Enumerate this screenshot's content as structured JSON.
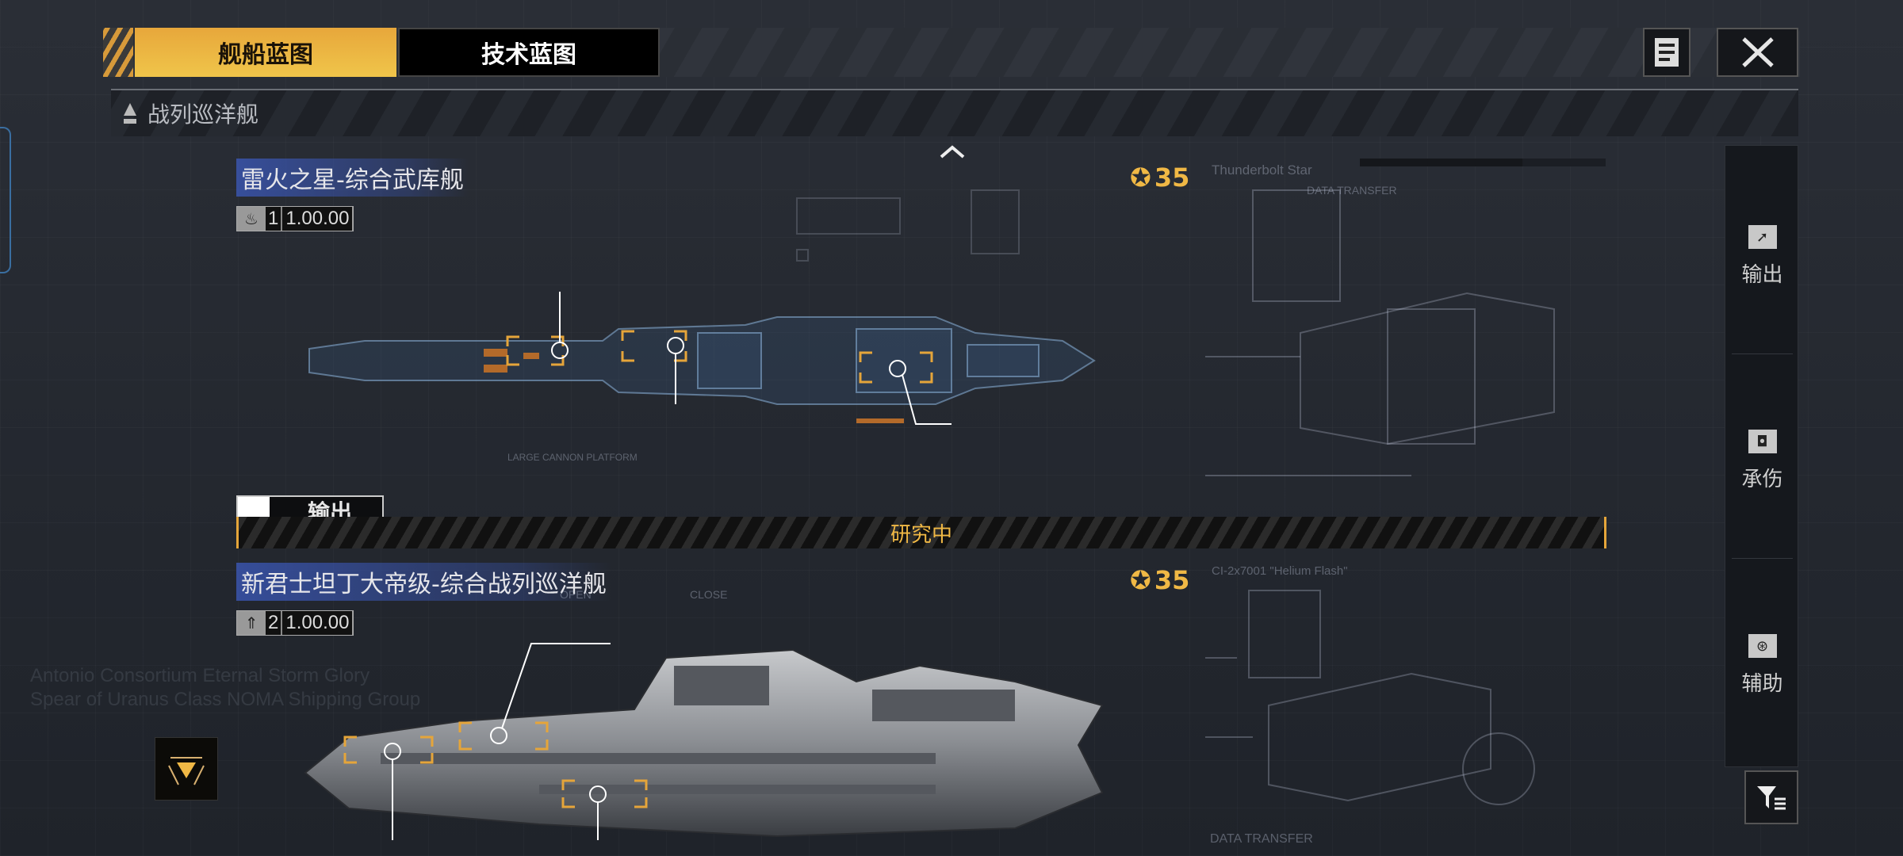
{
  "tabs": [
    {
      "label": "舰船蓝图",
      "active": true
    },
    {
      "label": "技术蓝图",
      "active": false
    }
  ],
  "toolbar": {
    "doc_icon": "document-icon",
    "close_icon": "close-icon"
  },
  "section": {
    "title": "战列巡洋舰",
    "icon": "ship-class-icon"
  },
  "ships": [
    {
      "name": "雷火之星-综合武库舰",
      "tier": "1",
      "value": "1.00.00",
      "level": "35",
      "type_icon": "flame-icon",
      "blueprint_label": "Thunderbolt Star",
      "blueprint_subtitle": "DATA TRANSFER",
      "platform_label": "LARGE CANNON PLATFORM",
      "tag": "输出"
    },
    {
      "name": "新君士坦丁大帝级-综合战列巡洋舰",
      "tier": "2",
      "value": "1.00.00",
      "level": "35",
      "type_icon": "rocket-icon",
      "blueprint_label": "CI-2x7001 \"Helium Flash\"",
      "open_label": "OPEN",
      "close_label": "CLOSE",
      "footer_label": "DATA TRANSFER"
    }
  ],
  "research_status": "研究中",
  "bg_text": [
    "Antonio Consortium Eternal Storm Glory",
    "Spear of Uranus Class NOMA Shipping Group"
  ],
  "filters": [
    {
      "label": "输出",
      "icon": "damage-icon"
    },
    {
      "label": "承伤",
      "icon": "shield-icon"
    },
    {
      "label": "辅助",
      "icon": "support-icon"
    }
  ],
  "filter_button_icon": "filter-icon",
  "colors": {
    "accent": "#f0b845",
    "tab_active": "#e7a73b",
    "title_highlight": "#3c5abe"
  }
}
